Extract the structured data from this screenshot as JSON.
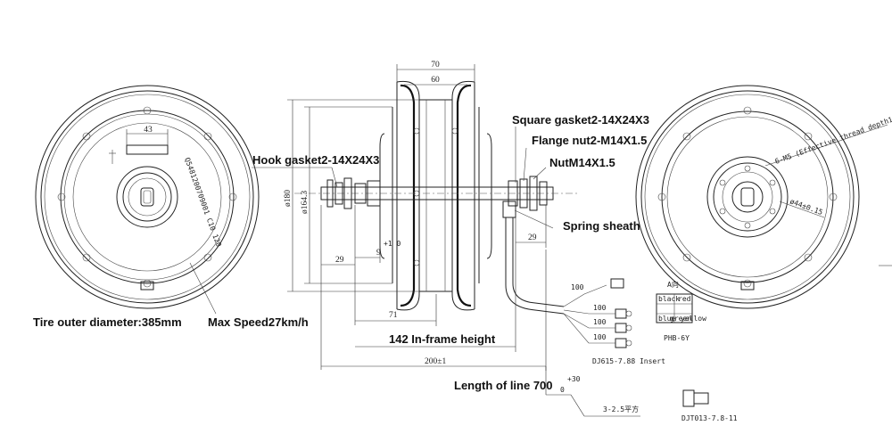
{
  "left_view": {
    "dim_43": "43",
    "serial_text": "Q5481200709001 C10 120",
    "tire_label": "Tire outer diameter:385mm",
    "speed_label": "Max Speed27km/h"
  },
  "side_view": {
    "dim_70": "70",
    "dim_60": "60",
    "dim_180": "ø180",
    "dim_164": "ø164.3",
    "dim_29_left": "29",
    "dim_9": "9",
    "dim_9_tol": "+1\n0",
    "dim_71": "71",
    "dim_29_right": "29",
    "dim_142": "142 In-frame height",
    "dim_200": "200±1",
    "line_length": "Length of line 700",
    "line_length_tol": "+30",
    "line_length_tol_low": "0",
    "wire_spec": "3-2.5平方",
    "connector_label": "DJ615-7.88 Insert",
    "wire_100_a": "100",
    "wire_100_b": "100",
    "wire_100_c": "100",
    "wire_100_d": "100"
  },
  "callouts": {
    "hook_gasket": "Hook gasket2-14X24X3",
    "square_gasket": "Square gasket2-14X24X3",
    "flange_nut": "Flange nut2-M14X1.5",
    "nut": "NutM14X1.5",
    "spring_sheath": "Spring sheath"
  },
  "right_view": {
    "thread_note": "6-M5 (Effective thread depth12mm)",
    "dim_44": "ø44±0.15"
  },
  "connector_detail": {
    "view_label": "A向",
    "pins": [
      "black",
      "red",
      "blue",
      "green",
      "yellow"
    ],
    "model": "PHB-6Y",
    "terminal_label": "DJT013-7.8-11"
  }
}
